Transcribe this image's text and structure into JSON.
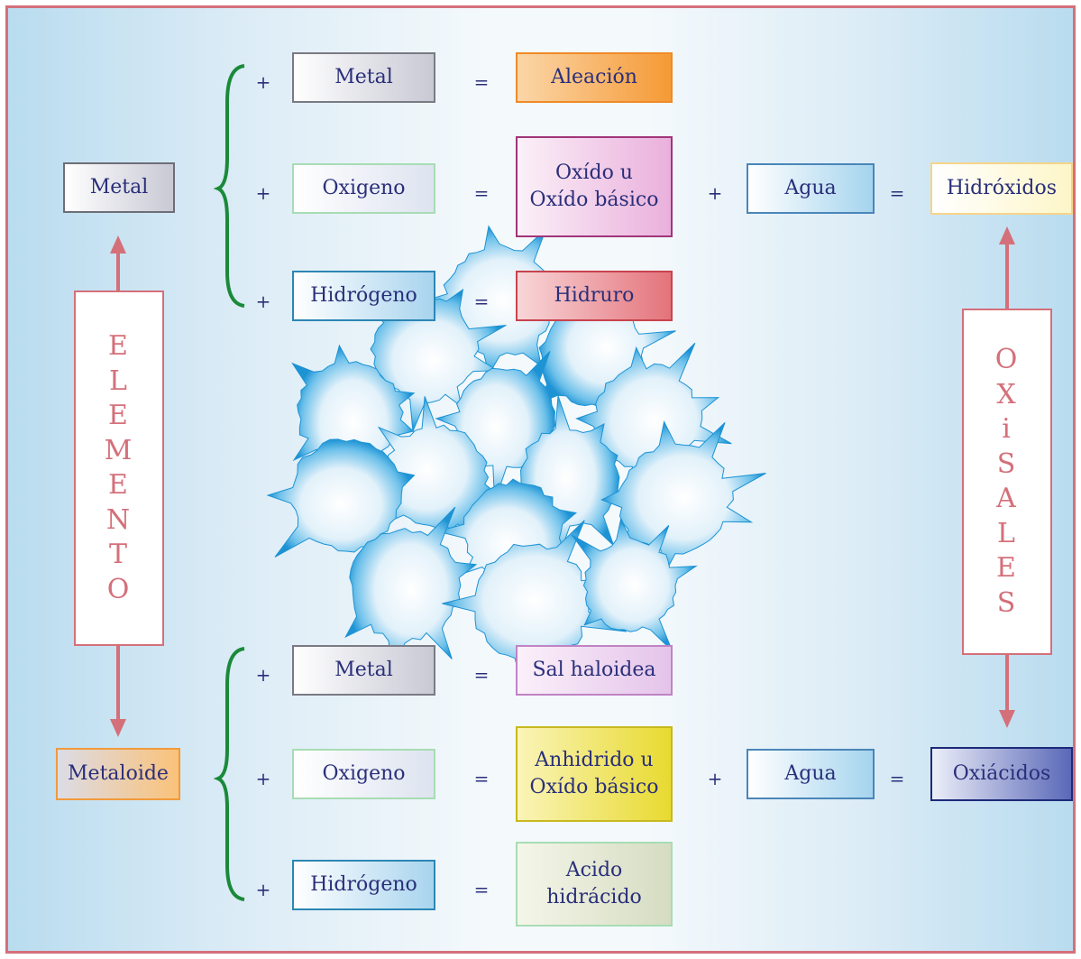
{
  "left_labels": {
    "metal": "Metal",
    "metaloide": "Metaloide"
  },
  "vertical_left": "ELEMENTO",
  "vertical_right": "OXiSALES",
  "operators": {
    "plus": "+",
    "equals": "="
  },
  "top_group": {
    "row1": {
      "reactant": "Metal",
      "product": "Aleación"
    },
    "row2": {
      "reactant": "Oxigeno",
      "product": "Oxído u\nOxído básico",
      "extra": "Agua",
      "result": "Hidróxidos"
    },
    "row3": {
      "reactant": "Hidrógeno",
      "product": "Hidruro"
    }
  },
  "bottom_group": {
    "row1": {
      "reactant": "Metal",
      "product": "Sal haloidea"
    },
    "row2": {
      "reactant": "Oxigeno",
      "product": "Anhidrido u\nOxído básico",
      "extra": "Agua",
      "result": "Oxiácidos"
    },
    "row3": {
      "reactant": "Hidrógeno",
      "product": "Acido\nhidrácido"
    }
  },
  "colors": {
    "accent_pink": "#d4707a",
    "text_blue": "#2a2f7a",
    "brace_green": "#1a8a3a",
    "splash_blue": "#2a9fd8"
  }
}
